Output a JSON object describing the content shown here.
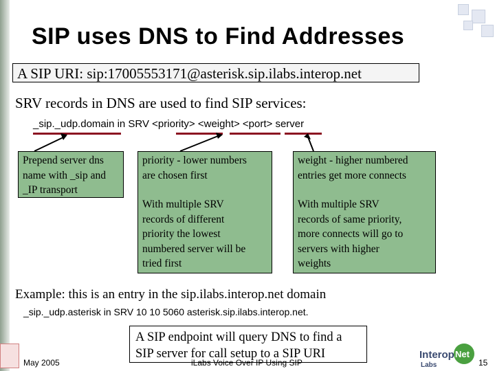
{
  "slide": {
    "title": "SIP uses DNS to Find Addresses",
    "uri_line": "A SIP URI:  sip:17005553171@asterisk.sip.ilabs.interop.net",
    "srv_line": "SRV records in DNS are used to find SIP services:",
    "srv_format": "_sip._udp.domain in SRV <priority> <weight> <port> server",
    "notes": {
      "prepend": [
        "Prepend server dns",
        "name with _sip and",
        "_IP transport"
      ],
      "priority_top": [
        "priority - lower numbers",
        "are chosen first"
      ],
      "priority_bottom": [
        "With multiple SRV",
        "records of different",
        "priority the lowest",
        "numbered server will be",
        "tried first"
      ],
      "weight_top": [
        "weight - higher numbered",
        "entries get more connects"
      ],
      "weight_bottom": [
        "With multiple SRV",
        "records of same priority,",
        "more connects will go to",
        "servers with higher",
        "weights"
      ]
    },
    "example_line": "Example:  this is an entry in the sip.ilabs.interop.net domain",
    "example_entry": "_sip._udp.asterisk in SRV 10 10 5060 asterisk.sip.ilabs.interop.net.",
    "endpoint": [
      "A SIP endpoint will query DNS to find a",
      "SIP server for call setup to a SIP URI"
    ]
  },
  "footer": {
    "date": "May 2005",
    "center": "iLabs Voice Over IP Using SIP",
    "page": "15"
  },
  "logo": {
    "name_part1": "Interop",
    "name_part2": "Net",
    "sub": "Labs"
  },
  "colors": {
    "note_fill": "#8fbc8f",
    "underline": "#8b1020"
  }
}
